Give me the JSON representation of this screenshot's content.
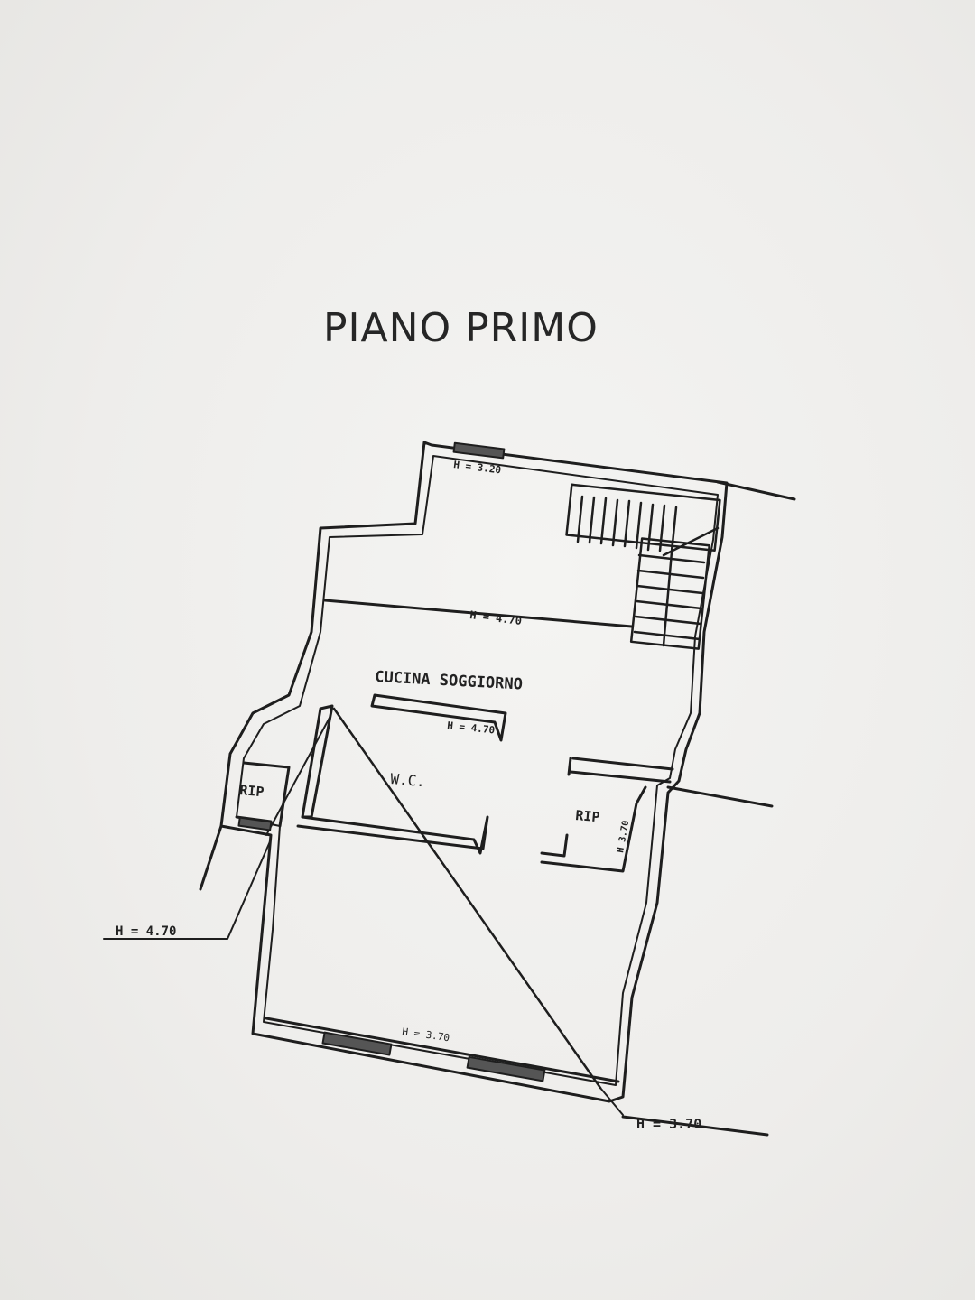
{
  "title": "PIANO PRIMO",
  "rooms": {
    "living": "CUCINA SOGGIORNO",
    "wc": "W.C.",
    "rip_left": "RIP",
    "rip_right": "RIP"
  },
  "heights": {
    "top": "H = 3.20",
    "middle": "H = 4.70",
    "wc_wall": "H = 4.70",
    "rip_side": "H 3.70",
    "left_leader": "H = 4.70",
    "bottom": "H = 3.70",
    "bottom_right": "H = 3.70"
  }
}
